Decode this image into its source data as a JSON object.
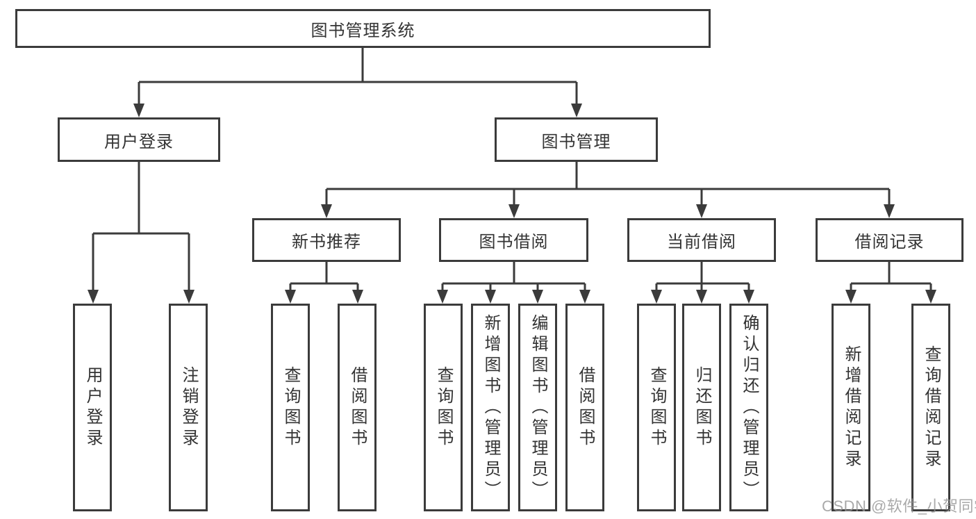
{
  "diagram": {
    "type": "hierarchy-tree",
    "colors": {
      "line": "#3b3b3b",
      "box_border": "#3b3b3b",
      "text": "#333333",
      "background": "#ffffff",
      "watermark": "#949494"
    },
    "root": {
      "label": "图书管理系统"
    },
    "level2": [
      {
        "label": "用户登录"
      },
      {
        "label": "图书管理"
      }
    ],
    "level3": [
      {
        "label": "新书推荐",
        "parent": "图书管理"
      },
      {
        "label": "图书借阅",
        "parent": "图书管理"
      },
      {
        "label": "当前借阅",
        "parent": "图书管理"
      },
      {
        "label": "借阅记录",
        "parent": "图书管理"
      }
    ],
    "leaves": [
      {
        "label": "用户登录",
        "parent": "用户登录"
      },
      {
        "label": "注销登录",
        "parent": "用户登录"
      },
      {
        "label": "查询图书",
        "parent": "新书推荐"
      },
      {
        "label": "借阅图书",
        "parent": "新书推荐"
      },
      {
        "label": "查询图书",
        "parent": "图书借阅"
      },
      {
        "label": "新增图书（管理员）",
        "parent": "图书借阅"
      },
      {
        "label": "编辑图书（管理员）",
        "parent": "图书借阅"
      },
      {
        "label": "借阅图书",
        "parent": "图书借阅"
      },
      {
        "label": "查询图书",
        "parent": "当前借阅"
      },
      {
        "label": "归还图书",
        "parent": "当前借阅"
      },
      {
        "label": "确认归还（管理员）",
        "parent": "当前借阅"
      },
      {
        "label": "新增借阅记录",
        "parent": "借阅记录"
      },
      {
        "label": "查询借阅记录",
        "parent": "借阅记录"
      }
    ],
    "watermark": "CSDN @软件_小贺同学"
  }
}
